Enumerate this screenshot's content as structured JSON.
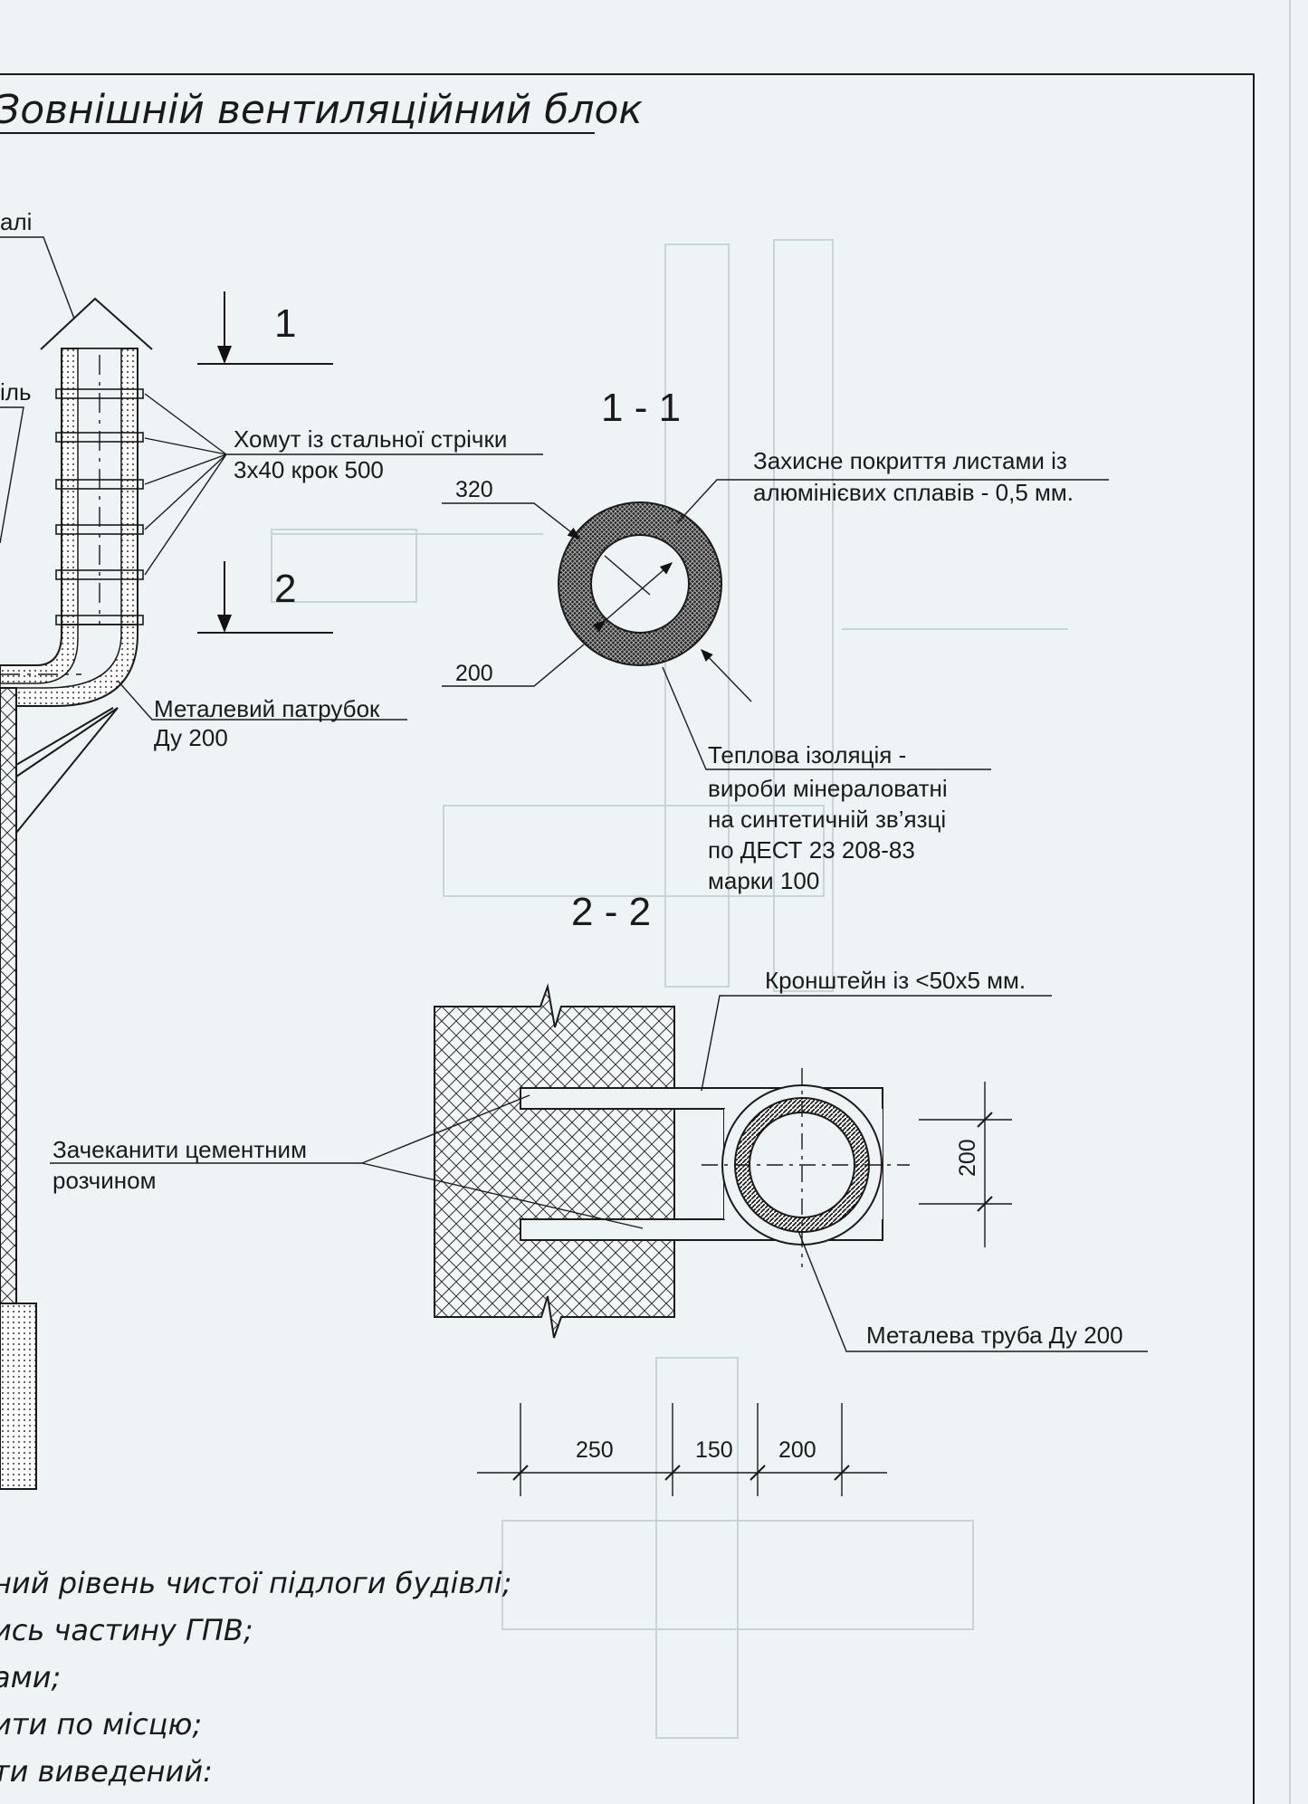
{
  "title": "Зовнішній вентиляційний блок",
  "labels": {
    "cap_fragment": "алі",
    "left_fragment": "іль",
    "clamp_line1": "Хомут із стальної стрічки",
    "clamp_line2": "3х40 крок 500",
    "pipe_label_line1": "Металевий патрубок",
    "pipe_label_line2": "Ду 200",
    "section1_marker": "1",
    "section2_marker": "2"
  },
  "section_1_1": {
    "heading": "1 - 1",
    "cover_line1": "Захисне покриття листами із",
    "cover_line2": "алюмінієвих сплавів - 0,5 мм.",
    "outer_dim": "320",
    "inner_dim": "200",
    "insul_line1": "Теплова ізоляція -",
    "insul_line2": "вироби мінераловатні",
    "insul_line3": "на синтетичній зв’язці",
    "insul_line4": "по ДЕСТ 23 208-83",
    "insul_line5": "марки 100"
  },
  "section_2_2": {
    "heading": "2 - 2",
    "bracket": "Кронштейн із <50х5 мм.",
    "caulk_line1": "Зачеканити цементним",
    "caulk_line2": "розчином",
    "tube": "Металева труба Ду 200",
    "dim_vertical": "200",
    "dims_bottom": [
      "250",
      "150",
      "200"
    ]
  },
  "notes": [
    "ний рівень чистої підлоги будівлі;",
    "ись частину ГПВ;",
    "ами;",
    "ити по місцю;",
    "ти виведений:"
  ]
}
